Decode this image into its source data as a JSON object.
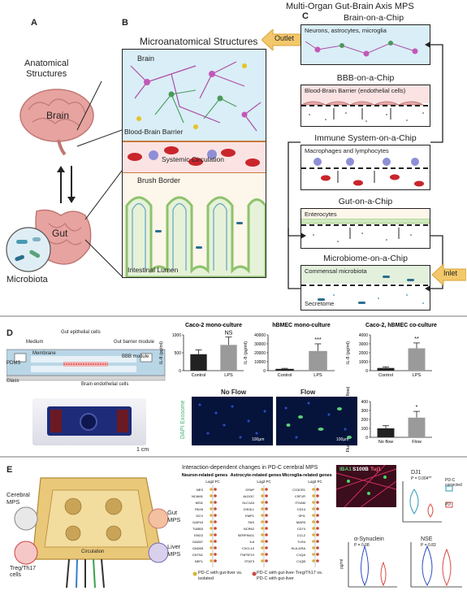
{
  "panels": {
    "a": "A",
    "b": "B",
    "c": "C",
    "d": "D",
    "e": "E"
  },
  "header": {
    "title": "Multi-Organ Gut-Brain Axis MPS"
  },
  "panel_a": {
    "anatomical": "Anatomical\nStructures",
    "brain": "Brain",
    "gut": "Gut",
    "microbiota": "Microbiota"
  },
  "panel_b": {
    "title": "Microanatomical Structures",
    "brain": "Brain",
    "bbb": "Blood-Brain Barrier",
    "circulation": "Systemic Circulation",
    "brush_border": "Brush Border",
    "lumen": "Intestinal Lumen"
  },
  "panel_c": {
    "outlet": "Outlet",
    "inlet": "Inlet",
    "chips": [
      {
        "title": "Brain-on-a-Chip",
        "label": "Neurons, astrocytes, microglia"
      },
      {
        "title": "BBB-on-a-Chip",
        "label": "Blood-Brain Barrier (endothelial cells)"
      },
      {
        "title": "Immune System-on-a-Chip",
        "label": "Macrophages and lymphocytes"
      },
      {
        "title": "Gut-on-a-Chip",
        "label": "Enterocytes"
      },
      {
        "title": "Microbiome-on-a-Chip",
        "label": "Commensal microbiota",
        "label2": "Secretome"
      }
    ]
  },
  "panel_d": {
    "device_labels": {
      "medium": "Medium",
      "gut_cells": "Gut epithelial cells",
      "gut_module": "Gut barrier module",
      "membrane": "Membrane",
      "bbb_module": "BBB module",
      "pdms": "PDMS",
      "glass": "Glass",
      "brain_endo": "Brain endothelial cells"
    },
    "scale": "1 cm",
    "image_labels": {
      "no_flow": "No Flow",
      "flow": "Flow",
      "stain": "DAPI Exosome",
      "scale1": "100μm",
      "scale2": "100μm"
    }
  },
  "chart_data": [
    {
      "type": "bar",
      "title": "Caco-2 mono-culture",
      "ylabel": "IL-8 (pg/ml)",
      "categories": [
        "Control",
        "LPS"
      ],
      "values": [
        460,
        720
      ],
      "errors": [
        120,
        220
      ],
      "ylim": [
        0,
        1000
      ],
      "yticks": [
        "0",
        "500",
        "1000"
      ],
      "significance": "NS",
      "colors": [
        "#222222",
        "#9a9a9a"
      ]
    },
    {
      "type": "bar",
      "title": "hBMEC mono-culture",
      "ylabel": "IL-8 (pg/ml)",
      "categories": [
        "Control",
        "LPS"
      ],
      "values": [
        2000,
        22000
      ],
      "errors": [
        600,
        8000
      ],
      "ylim": [
        0,
        40000
      ],
      "yticks": [
        "0",
        "10000",
        "20000",
        "30000",
        "40000"
      ],
      "significance": "***",
      "colors": [
        "#222222",
        "#9a9a9a"
      ]
    },
    {
      "type": "bar",
      "title": "Caco-2, hBMEC co-culture",
      "ylabel": "IL-8 (pg/ml)",
      "categories": [
        "Control",
        "LPS"
      ],
      "values": [
        300,
        2500
      ],
      "errors": [
        100,
        600
      ],
      "ylim": [
        0,
        4000
      ],
      "yticks": [
        "0",
        "1000",
        "2000",
        "3000",
        "4000"
      ],
      "significance": "**",
      "colors": [
        "#222222",
        "#9a9a9a"
      ]
    },
    {
      "type": "bar",
      "title": "",
      "ylabel": "Fluorescence Area\n(% of no flow)",
      "categories": [
        "No flow",
        "Flow"
      ],
      "values": [
        100,
        220
      ],
      "errors": [
        30,
        70
      ],
      "ylim": [
        0,
        400
      ],
      "yticks": [
        "0",
        "100",
        "200",
        "300",
        "400"
      ],
      "significance": "*",
      "colors": [
        "#222222",
        "#9a9a9a"
      ]
    }
  ],
  "panel_e": {
    "mps_labels": {
      "cerebral": "Cerebral\nMPS",
      "gut": "Gut\nMPS",
      "liver": "Liver\nMPS",
      "treg": "Treg/Th17\ncells",
      "circulation": "Circulation"
    },
    "heatmap_title": "Interaction-dependent changes in PD-C cerebral MPS",
    "groups": [
      {
        "title": "Neuron-related genes",
        "axis": "Log2 FC",
        "genes": [
          "NES",
          "NCAM1",
          "MSI1",
          "PAX6",
          "DCX",
          "GAP43",
          "TUBB3",
          "ENO2",
          "GAD67",
          "GAD65",
          "CNTN1",
          "NEFL"
        ]
      },
      {
        "title": "Astrocyte-related genes",
        "axis": "Log2 FC",
        "genes": [
          "GFAP",
          "ALDOC",
          "SLC1A3",
          "CHI3L1",
          "EMP1",
          "FAS",
          "NCR62",
          "SERPING1",
          "IL6",
          "CXCL10",
          "TNFSF10",
          "STAT3"
        ]
      },
      {
        "title": "Microglia-related genes",
        "axis": "Log2 FC",
        "genes": [
          "CX3CR1",
          "CSF1R",
          "ITGAM",
          "CD14",
          "SPI1",
          "MAFB",
          "CD74",
          "CCL2",
          "TLR4",
          "HLA-DRA",
          "C1QA",
          "C1QB"
        ]
      }
    ],
    "legend1": "PD-C with gut-liver vs. isolated",
    "legend2": "PD-C with gut-liver-Treg/Th17 vs. PD-C with gut-liver",
    "stain_labels": {
      "iba1": "IBA1",
      "s100b": "S100B",
      "tuj1": "Tuj1"
    },
    "violin_dj1": {
      "title": "DJ1",
      "p": "P = 0.004**",
      "legend": [
        "PD-C corrected",
        "PD"
      ]
    },
    "violin_syn": {
      "title": "α-Synuclein",
      "p": "P = 0.08"
    },
    "violin_nse": {
      "title": "NSE",
      "p": "P = 0.83"
    },
    "ylabel": "pg/ml"
  }
}
